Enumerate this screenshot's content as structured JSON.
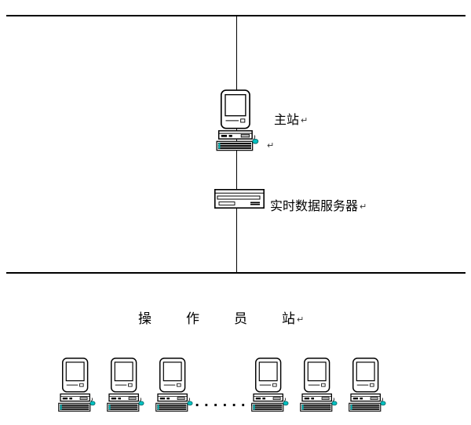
{
  "labels": {
    "master_station": "主站",
    "server": "实时数据服务器",
    "operator_station": "操作员站",
    "dots": ".........",
    "return_mark": "↵"
  },
  "operator_stations": {
    "left_count": 3,
    "right_count": 3
  },
  "icons": {
    "master": "desktop-computer-icon",
    "server": "realtime-data-server-icon",
    "workstation": "desktop-computer-icon",
    "mouse": "mouse-icon"
  },
  "colors": {
    "line": "#000000",
    "mouse_accent": "#00c2c2",
    "background": "#ffffff"
  }
}
